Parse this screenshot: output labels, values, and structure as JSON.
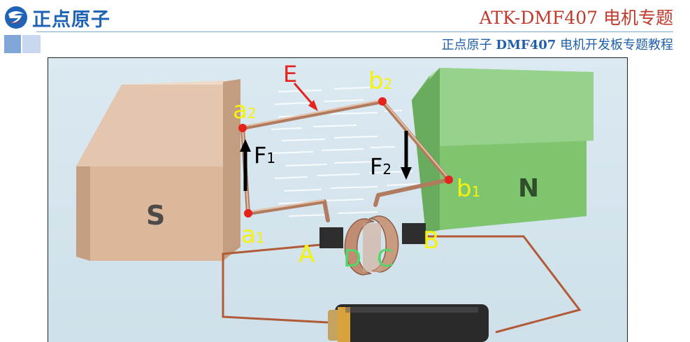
{
  "header": {
    "logo_text": "正点原子",
    "title": "ATK-DMF407 电机专题",
    "subtitle_prefix": "正点原子 ",
    "subtitle_bold": "DMF407",
    "subtitle_suffix": " 电机开发板专题教程"
  },
  "figure": {
    "magnet_south": "S",
    "magnet_north": "N",
    "point_a2": "a",
    "point_a2_sub": "2",
    "point_a1": "a",
    "point_a1_sub": "1",
    "point_b2": "b",
    "point_b2_sub": "2",
    "point_b1": "b",
    "point_b1_sub": "1",
    "force_f1": "F",
    "force_f1_sub": "1",
    "force_f2": "F",
    "force_f2_sub": "2",
    "emf_label": "E",
    "brush_a": "A",
    "brush_b": "B",
    "commutator_d": "D",
    "commutator_c": "C",
    "colors": {
      "label_yellow": "#f5f20a",
      "label_red": "#e5231d",
      "label_green": "#4fd96a",
      "background": "#dbe9f1",
      "south_magnet": "#d9b49a",
      "north_magnet": "#86c97a"
    }
  }
}
